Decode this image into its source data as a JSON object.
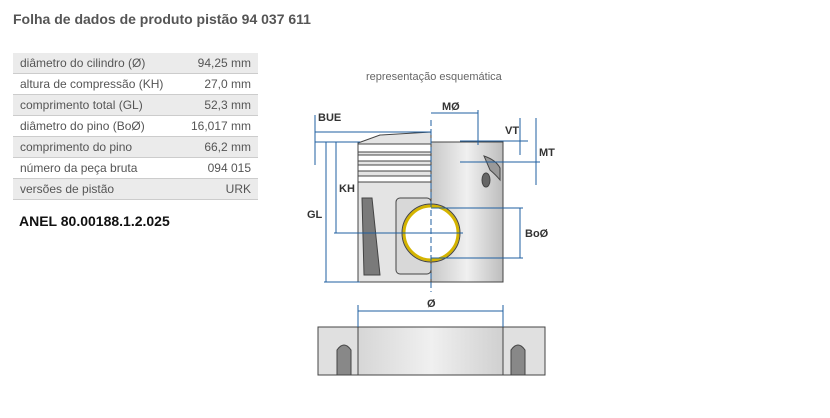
{
  "title": "Folha de dados de produto pistão 94 037 611",
  "specs": [
    {
      "label": "diâmetro do cilindro (Ø)",
      "value": "94,25 mm"
    },
    {
      "label": "altura de compressão (KH)",
      "value": "27,0 mm"
    },
    {
      "label": "comprimento total (GL)",
      "value": "52,3 mm"
    },
    {
      "label": "diâmetro do pino (BoØ)",
      "value": "16,017 mm"
    },
    {
      "label": "comprimento do pino",
      "value": "66,2 mm"
    },
    {
      "label": "número da peça bruta",
      "value": "094 015"
    },
    {
      "label": "versões de pistão",
      "value": "URK"
    }
  ],
  "ring_code": "ANEL 80.00188.1.2.025",
  "diagram": {
    "caption": "representação esquemática",
    "labels": {
      "bue": "BUE",
      "mo": "MØ",
      "vt": "VT",
      "mt": "MT",
      "kh": "KH",
      "gl": "GL",
      "bo": "BoØ",
      "d": "Ø"
    }
  },
  "colors": {
    "dimension": "#1f5fa0",
    "pin_ring": "#d4b400"
  }
}
